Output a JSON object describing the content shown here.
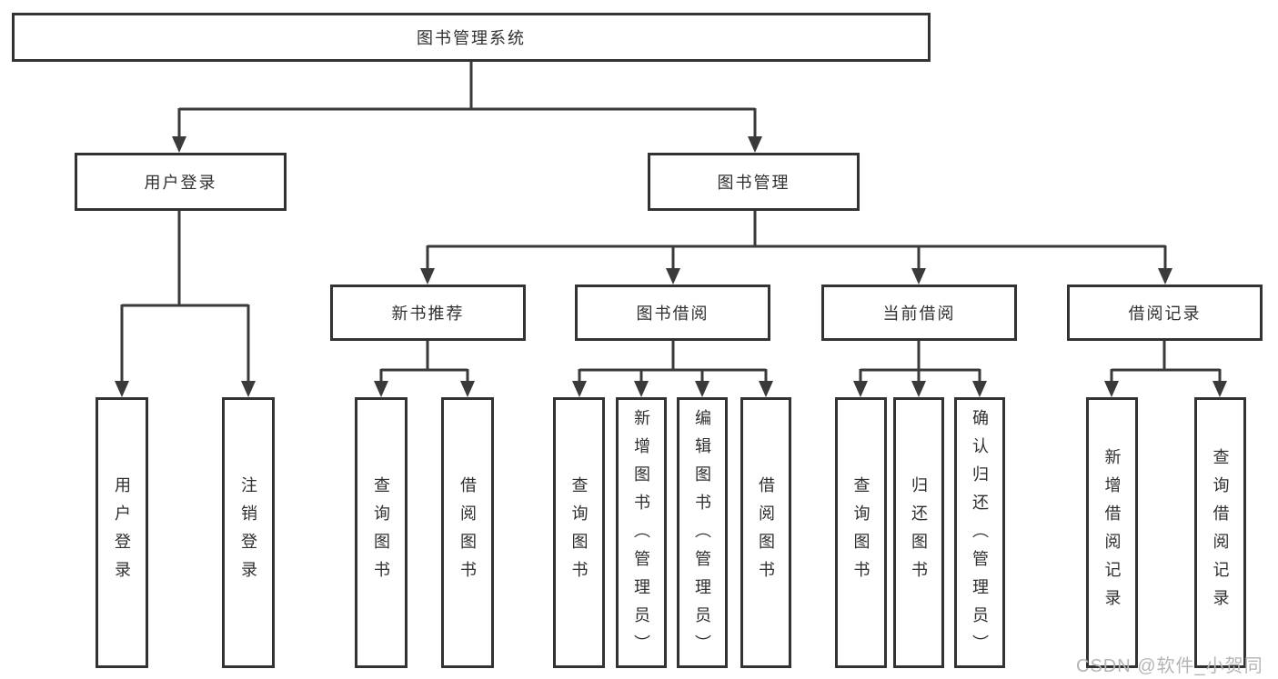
{
  "diagram": {
    "root": {
      "label": "图书管理系统"
    },
    "branches": [
      {
        "label": "用户登录",
        "children": [
          {
            "label": "用户登录"
          },
          {
            "label": "注销登录"
          }
        ]
      },
      {
        "label": "图书管理",
        "sections": [
          {
            "label": "新书推荐",
            "children": [
              {
                "label": "查询图书"
              },
              {
                "label": "借阅图书"
              }
            ]
          },
          {
            "label": "图书借阅",
            "children": [
              {
                "label": "查询图书"
              },
              {
                "label": "新增图书（管理员）"
              },
              {
                "label": "编辑图书（管理员）"
              },
              {
                "label": "借阅图书"
              }
            ]
          },
          {
            "label": "当前借阅",
            "children": [
              {
                "label": "查询图书"
              },
              {
                "label": "归还图书"
              },
              {
                "label": "确认归还（管理员）"
              }
            ]
          },
          {
            "label": "借阅记录",
            "children": [
              {
                "label": "新增借阅记录"
              },
              {
                "label": "查询借阅记录"
              }
            ]
          }
        ]
      }
    ]
  },
  "watermark": {
    "text": "CSDN @软件_小贺同学"
  },
  "colors": {
    "line": "#3a3a3a",
    "border": "#333333",
    "text": "#2f2f2f",
    "watermark_text": "#b5b5b5",
    "background": "#ffffff"
  }
}
